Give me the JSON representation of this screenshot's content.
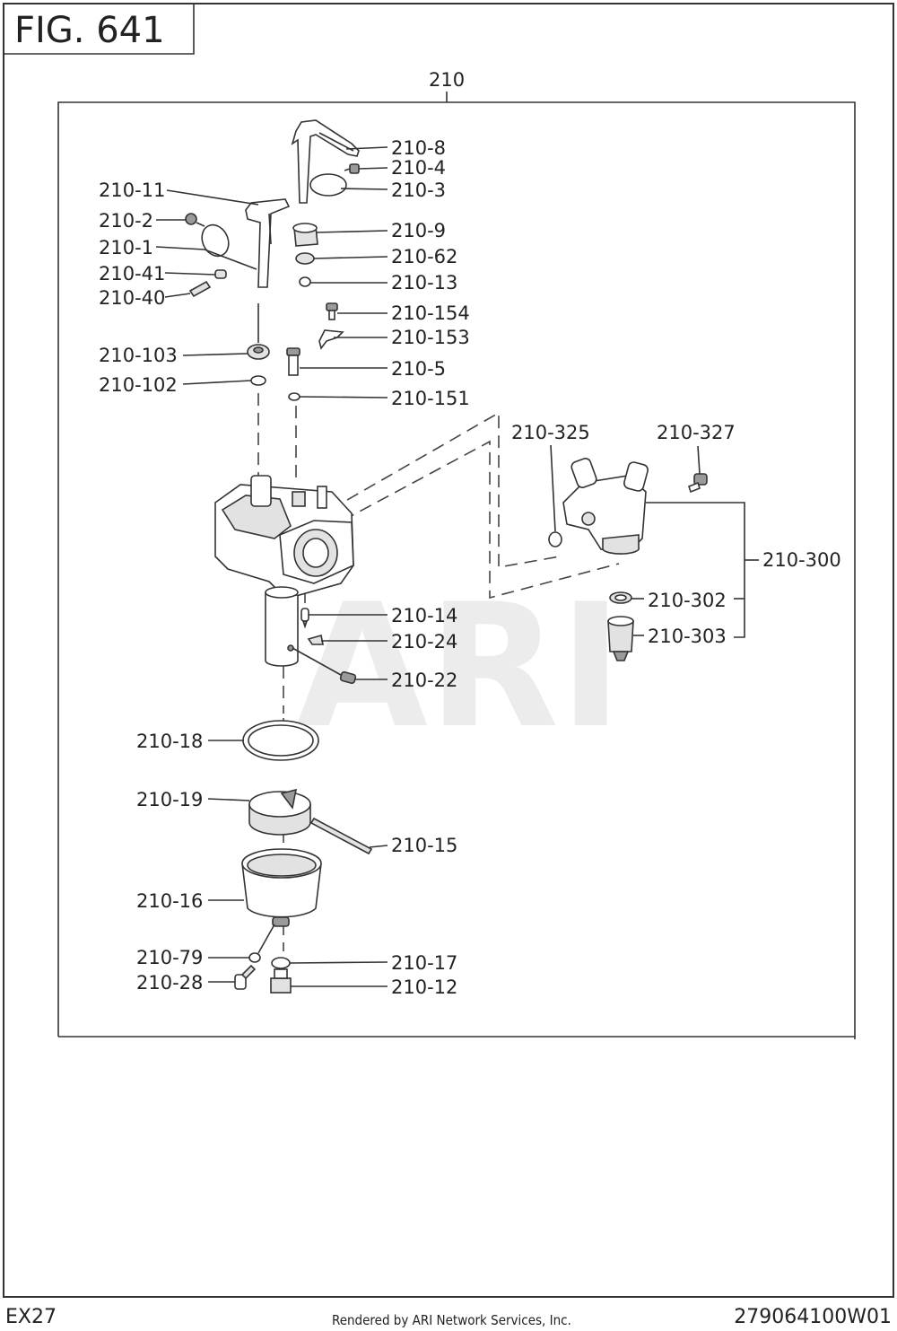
{
  "figure_title": "FIG. 641",
  "model": "EX27",
  "credit": "Rendered by ARI Network Services, Inc.",
  "drawing_number": "279064100W01",
  "watermark": "ARI",
  "assembly_label": "210",
  "labels": {
    "p210_8": "210-8",
    "p210_4": "210-4",
    "p210_3": "210-3",
    "p210_11": "210-11",
    "p210_2": "210-2",
    "p210_1": "210-1",
    "p210_41": "210-41",
    "p210_40": "210-40",
    "p210_9": "210-9",
    "p210_62": "210-62",
    "p210_13": "210-13",
    "p210_154": "210-154",
    "p210_153": "210-153",
    "p210_103": "210-103",
    "p210_102": "210-102",
    "p210_5": "210-5",
    "p210_151": "210-151",
    "p210_325": "210-325",
    "p210_327": "210-327",
    "p210_300": "210-300",
    "p210_302": "210-302",
    "p210_303": "210-303",
    "p210_14": "210-14",
    "p210_24": "210-24",
    "p210_22": "210-22",
    "p210_18": "210-18",
    "p210_19": "210-19",
    "p210_15": "210-15",
    "p210_16": "210-16",
    "p210_79": "210-79",
    "p210_28": "210-28",
    "p210_17": "210-17",
    "p210_12": "210-12"
  }
}
